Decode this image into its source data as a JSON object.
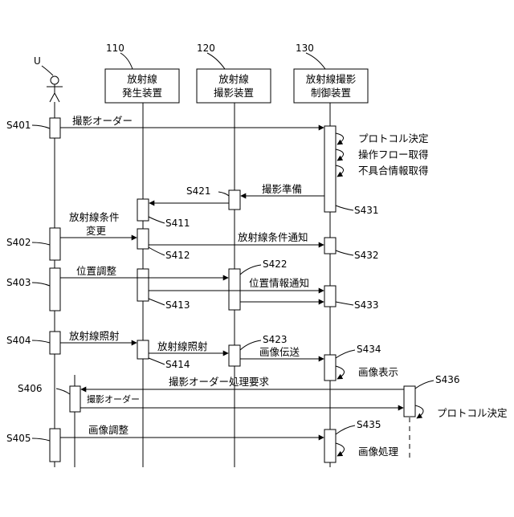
{
  "diagram": {
    "participants": {
      "user": {
        "id": "U"
      },
      "p110": {
        "num": "110",
        "line1": "放射線",
        "line2": "発生装置"
      },
      "p120": {
        "num": "120",
        "line1": "放射線",
        "line2": "撮影装置"
      },
      "p130": {
        "num": "130",
        "line1": "放射線撮影",
        "line2": "制御装置"
      }
    },
    "steps": {
      "s401": "S401",
      "s402": "S402",
      "s403": "S403",
      "s404": "S404",
      "s405": "S405",
      "s406": "S406",
      "s411": "S411",
      "s412": "S412",
      "s413": "S413",
      "s414": "S414",
      "s421": "S421",
      "s422": "S422",
      "s423": "S423",
      "s431": "S431",
      "s432": "S432",
      "s433": "S433",
      "s434": "S434",
      "s435": "S435",
      "s436": "S436"
    },
    "messages": {
      "order": "撮影オーダー",
      "protocol_decide": "プロトコル決定",
      "op_flow": "操作フロー取得",
      "fault_info": "不具合情報取得",
      "prep": "撮影準備",
      "cond_change_1": "放射線条件",
      "cond_change_2": "変更",
      "cond_notify": "放射線条件通知",
      "pos_adjust": "位置調整",
      "pos_notify": "位置情報通知",
      "irradiate_user": "放射線照射",
      "irradiate_gen": "放射線照射",
      "image_transfer": "画像伝送",
      "image_display": "画像表示",
      "order_process_req": "撮影オーダー処理要求",
      "order_small": "撮影オーダー",
      "protocol_decide_2": "プロトコル決定",
      "image_adjust": "画像調整",
      "image_process": "画像処理"
    }
  }
}
